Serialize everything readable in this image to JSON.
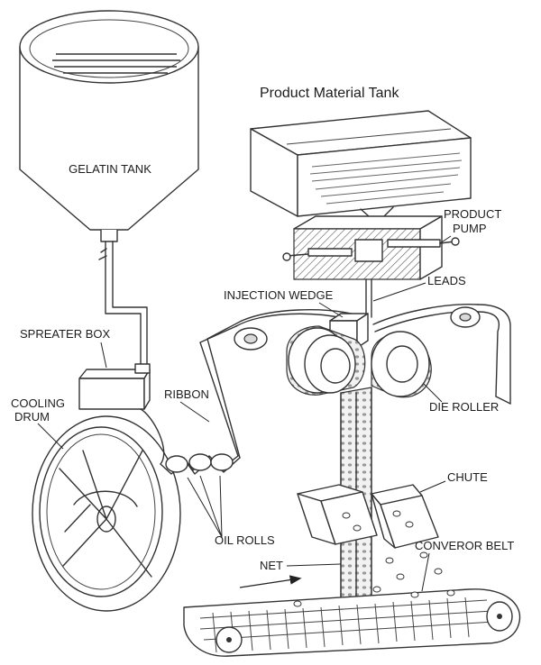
{
  "labels": {
    "gelatin_tank": "GELATIN TANK",
    "product_material_tank": "Product Material Tank",
    "product_pump_1": "PRODUCT",
    "product_pump_2": "PUMP",
    "leads": "LEADS",
    "injection_wedge": "INJECTION WEDGE",
    "spreater_box": "SPREATER BOX",
    "cooling_drum_1": "COOLING",
    "cooling_drum_2": "DRUM",
    "ribbon": "RIBBON",
    "die_roller": "DIE ROLLER",
    "chute": "CHUTE",
    "oil_rolls": "OIL ROLLS",
    "net": "NET",
    "conveyor_belt": "CONVEROR BELT"
  }
}
